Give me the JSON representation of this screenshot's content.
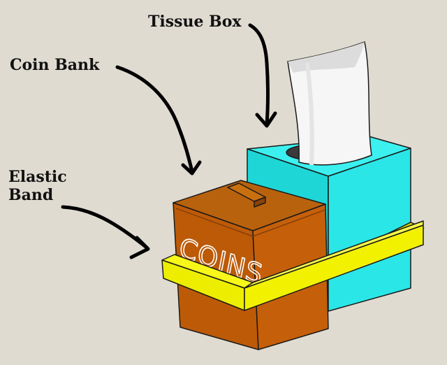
{
  "labels": {
    "tissue_box": "Tissue Box",
    "coin_bank": "Coin Bank",
    "elastic_line1": "Elastic",
    "elastic_line2": "Band"
  },
  "bank_text": "COINS",
  "colors": {
    "background": "#e0dbd1",
    "coin_bank": "#c05a06",
    "tissue_box": "#25e8e8",
    "elastic_band": "#f2f200",
    "tissue": "#f4f4f4",
    "outline": "#1a1a1a"
  }
}
